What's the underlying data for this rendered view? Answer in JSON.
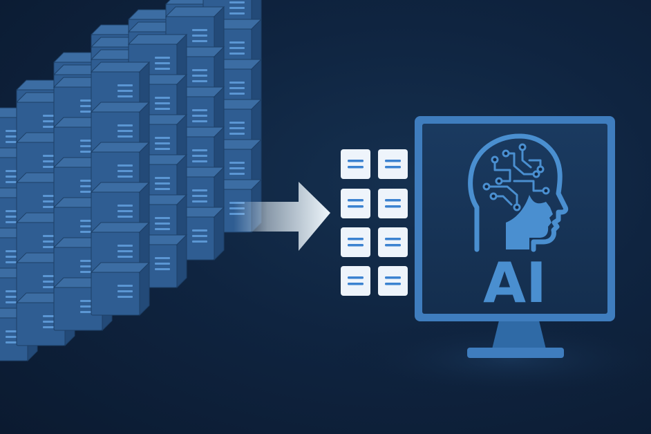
{
  "monitor": {
    "label": "AI"
  },
  "icons": {
    "data_cube": "server-block-cube",
    "arrow": "right-arrow",
    "documents": "document-chunks",
    "head": "ai-head-circuit"
  },
  "colors": {
    "background": "#0f2440",
    "cube_front": "#2f5d92",
    "cube_top": "#3c6da3",
    "cube_side": "#234a78",
    "cube_lines": "#5b96d3",
    "monitor_frame": "#3f7dbe",
    "monitor_screen": "#173456",
    "ai_text": "#4a8fd0",
    "doc_card": "#eef4fb",
    "doc_lines": "#3b82d0",
    "arrow": "#eaf4fa"
  }
}
